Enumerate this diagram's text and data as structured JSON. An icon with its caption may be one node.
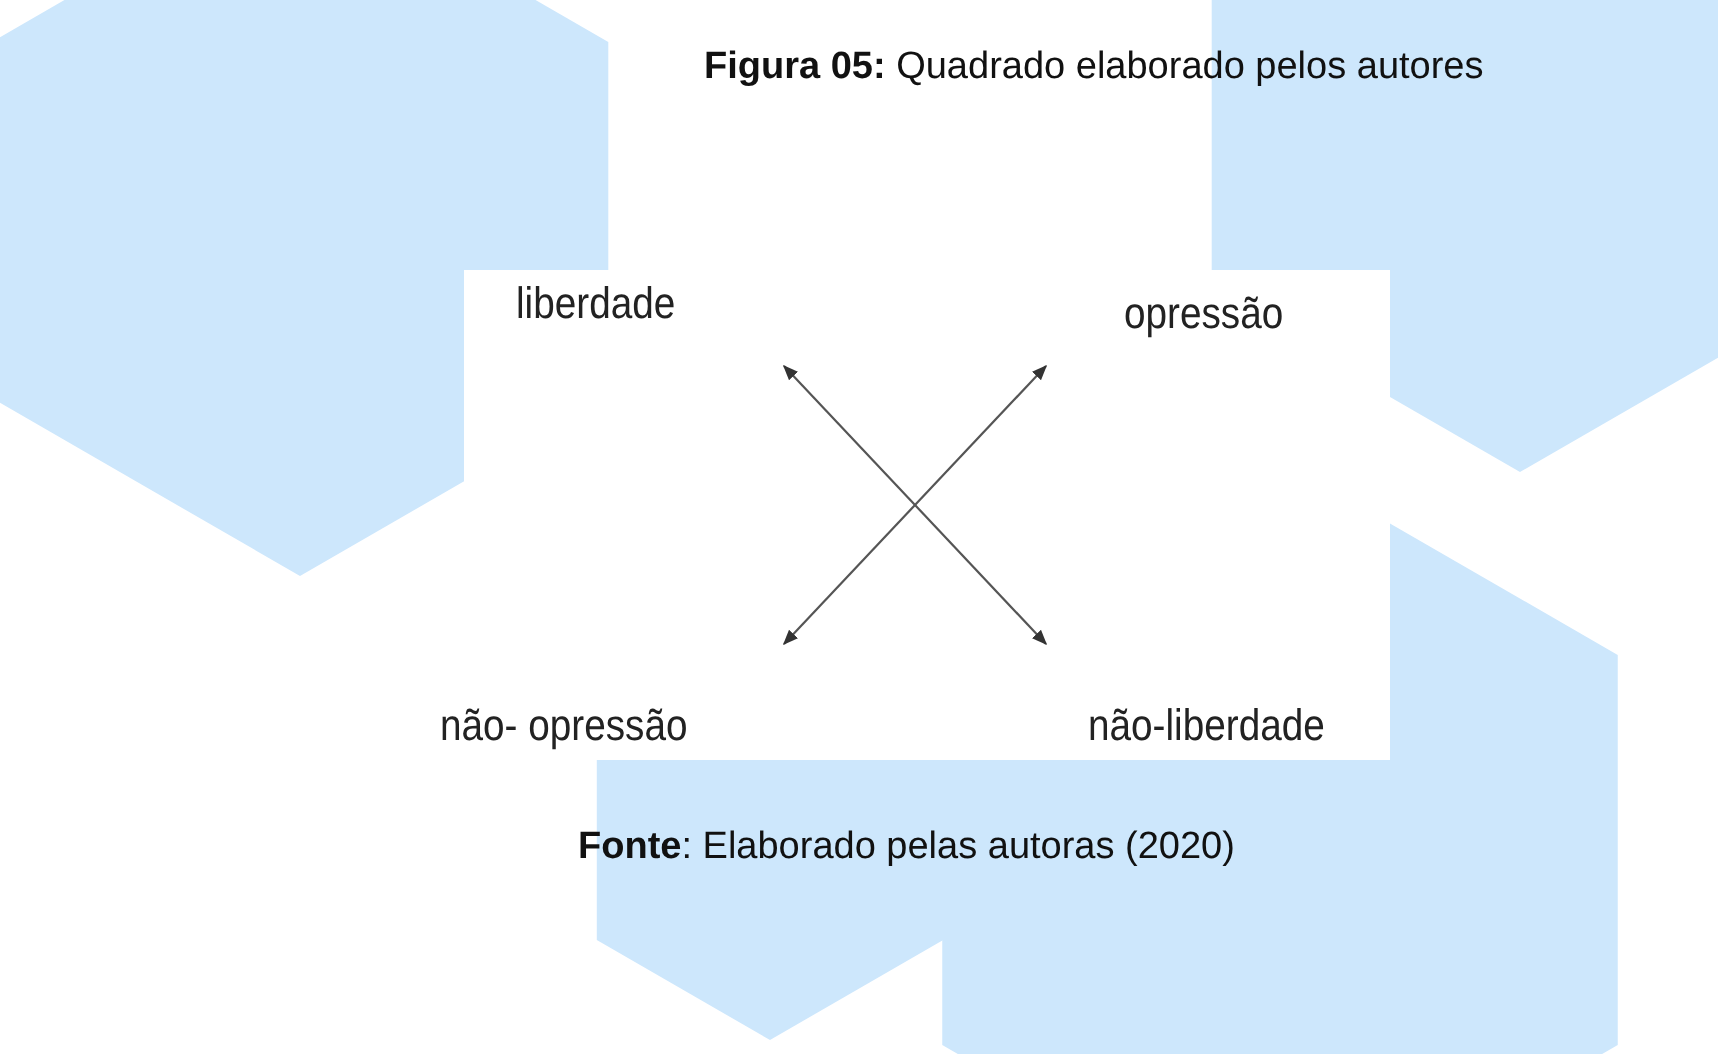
{
  "diagram": {
    "title": "**Figura 05:** Quadrado elaborado pelos autores",
    "caption": "**Fonte**: Elaborado pelas autoras (2020)",
    "nodes": [
      {
        "text": [
          "liberdade"
        ]
      },
      {
        "text": [
          "opressão"
        ]
      },
      {
        "text": [
          "não- opressão"
        ]
      },
      {
        "text": [
          "não-liberdade"
        ]
      }
    ],
    "edges": [
      {
        "from": 0,
        "to": 3,
        "arrow": "both"
      },
      {
        "from": 1,
        "to": 2,
        "arrow": "both"
      }
    ]
  }
}
